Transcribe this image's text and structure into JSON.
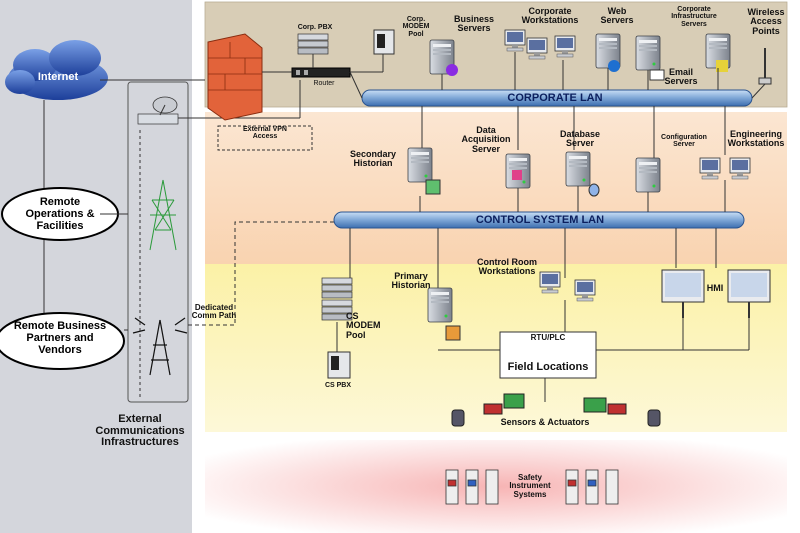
{
  "colors": {
    "corporate_zone": "#d8cdb6",
    "control_zone": "#f9d7b9",
    "field_zone": "#fbf3b4",
    "external_zone": "#d4d6dc",
    "safety_zone": "#f5c6c6",
    "bus": "#7ea6d6",
    "firewall": "#e2633a"
  },
  "external": {
    "internet": "Internet",
    "remote_ops": "Remote\nOperations &\nFacilities",
    "remote_partners": "Remote Business\nPartners and\nVendors",
    "infrastructure": "External\nCommunications\nInfrastructures",
    "dedicated_path": "Dedicated\nComm Path"
  },
  "corporate": {
    "corp_pbx": "Corp. PBX",
    "corp_modem": "Corp.\nMODEM\nPool",
    "router": "Router",
    "external_vpn": "External VPN\nAccess",
    "business_servers": "Business\nServers",
    "corporate_workstations": "Corporate\nWorkstations",
    "web_servers": "Web\nServers",
    "corporate_infrastructure_servers": "Corporate\nInfrastructure\nServers",
    "email_servers": "Email\nServers",
    "wireless_access_points": "Wireless\nAccess\nPoints",
    "lan": "CORPORATE LAN"
  },
  "control": {
    "secondary_historian": "Secondary\nHistorian",
    "data_acquisition_server": "Data\nAcquisition\nServer",
    "database_server": "Database\nServer",
    "configuration_server": "Configuration\nServer",
    "engineering_workstations": "Engineering\nWorkstations",
    "lan": "CONTROL SYSTEM LAN"
  },
  "field": {
    "cs_modem_pool": "CS\nMODEM\nPool",
    "cs_pbx": "CS PBX",
    "primary_historian": "Primary\nHistorian",
    "control_room_workstations": "Control Room\nWorkstations",
    "hmi": "HMI",
    "rtu_plc": "RTU/PLC",
    "field_locations": "Field Locations",
    "sensors_actuators": "Sensors & Actuators"
  },
  "safety": {
    "systems": "Safety\nInstrument\nSystems"
  }
}
